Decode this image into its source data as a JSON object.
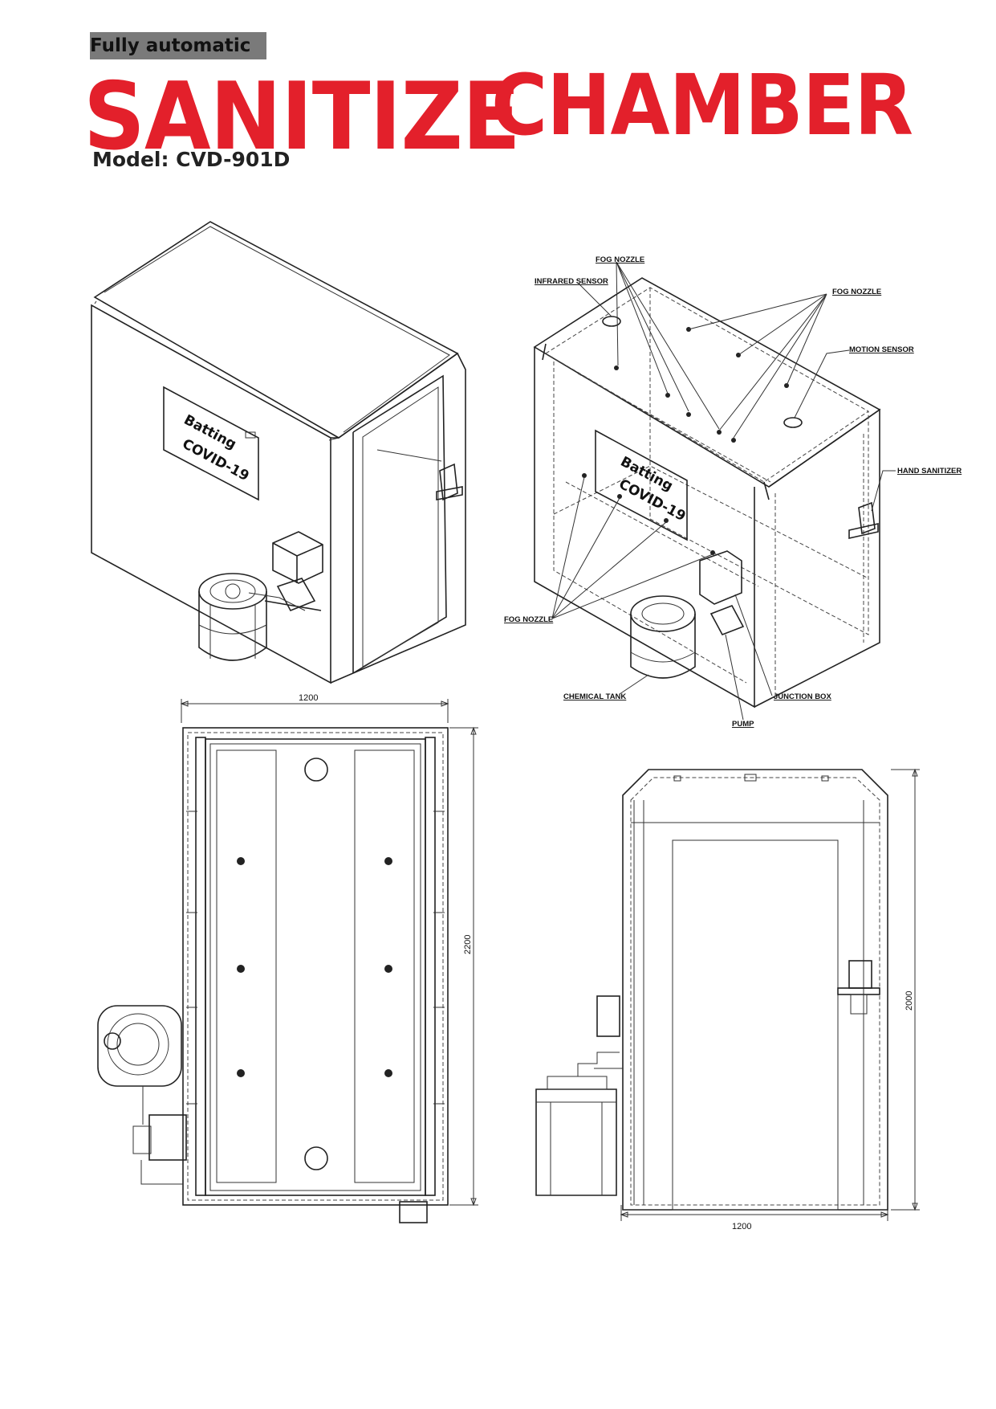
{
  "header": {
    "tagline": "Fully automatic",
    "title_word1": "SANITIZE",
    "title_word2": "CHAMBER",
    "model": "Model: CVD-901D"
  },
  "sign_text": [
    "Batting",
    "COVID-19"
  ],
  "callouts": {
    "fog_nozzle_top": "FOG NOZZLE",
    "infrared_sensor": "INFRARED SENSOR",
    "fog_nozzle_right": "FOG NOZZLE",
    "motion_sensor": "MOTION SENSOR",
    "hand_sanitizer": "HAND SANITIZER",
    "fog_nozzle_left": "FOG NOZZLE",
    "chemical_tank": "CHEMICAL TANK",
    "junction_box": "JUNCTION BOX",
    "pump": "PUMP"
  },
  "dimensions": {
    "top_view_width": "1200",
    "top_view_depth": "2200",
    "front_view_height": "2000",
    "front_view_width": "1200"
  },
  "colors": {
    "title_red": "#e3202b",
    "tag_bg": "#7a7a7a",
    "line": "#222222"
  }
}
